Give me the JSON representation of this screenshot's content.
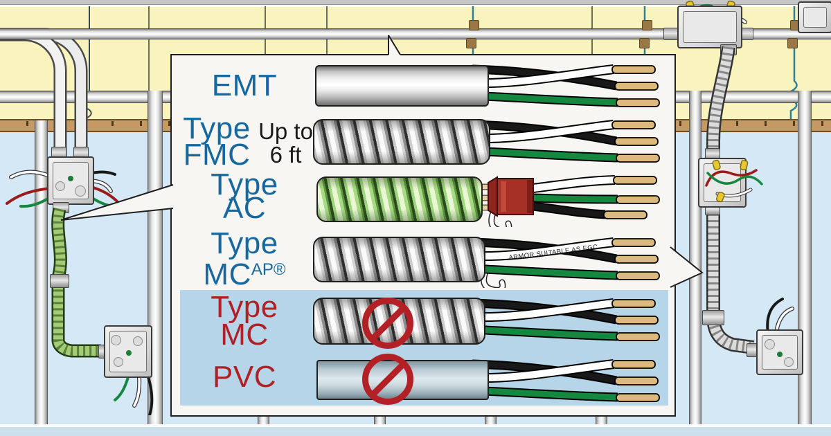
{
  "title_context": "wiring-methods-callout-illustration",
  "callout": {
    "rows": [
      {
        "id": "emt",
        "label": [
          "EMT"
        ],
        "conduit": "smooth-metal",
        "prohibited": false
      },
      {
        "id": "fmc",
        "label": [
          "Type",
          "FMC"
        ],
        "note": [
          "Up to",
          "6 ft"
        ],
        "conduit": "flexible-metal",
        "prohibited": false
      },
      {
        "id": "ac",
        "label": [
          "Type",
          "AC"
        ],
        "conduit": "armored-cable-green",
        "prohibited": false
      },
      {
        "id": "mc-ap",
        "label": [
          "Type",
          "MC"
        ],
        "label_sup": "AP®",
        "armor_text": "ARMOR SUITABLE AS EGC",
        "conduit": "flexible-metal",
        "prohibited": false
      },
      {
        "id": "mc",
        "label": [
          "Type",
          "MC"
        ],
        "conduit": "flexible-metal",
        "prohibited": true
      },
      {
        "id": "pvc",
        "label": [
          "PVC"
        ],
        "conduit": "pvc",
        "prohibited": true
      }
    ]
  },
  "colors": {
    "label_allowed": "#16689E",
    "label_prohibited": "#B02125",
    "note_text": "#1A1A1A",
    "highlight_panel": "#B7D5E8",
    "prohibition": "#B32025",
    "callout_bg": "#F7F6F3",
    "ceiling": "#F9F3BD",
    "wall": "#D4E8F5",
    "floor": "#CBDFEC",
    "top_plate": "#C49A62",
    "wire_white": "#FFFFFF",
    "wire_black": "#181818",
    "wire_green": "#15873F",
    "wire_copper": "#DCB97C",
    "ac_bushing": "#A62F26",
    "flex_green": "#A3CC74",
    "hanger_teal": "#2E7F9A"
  }
}
